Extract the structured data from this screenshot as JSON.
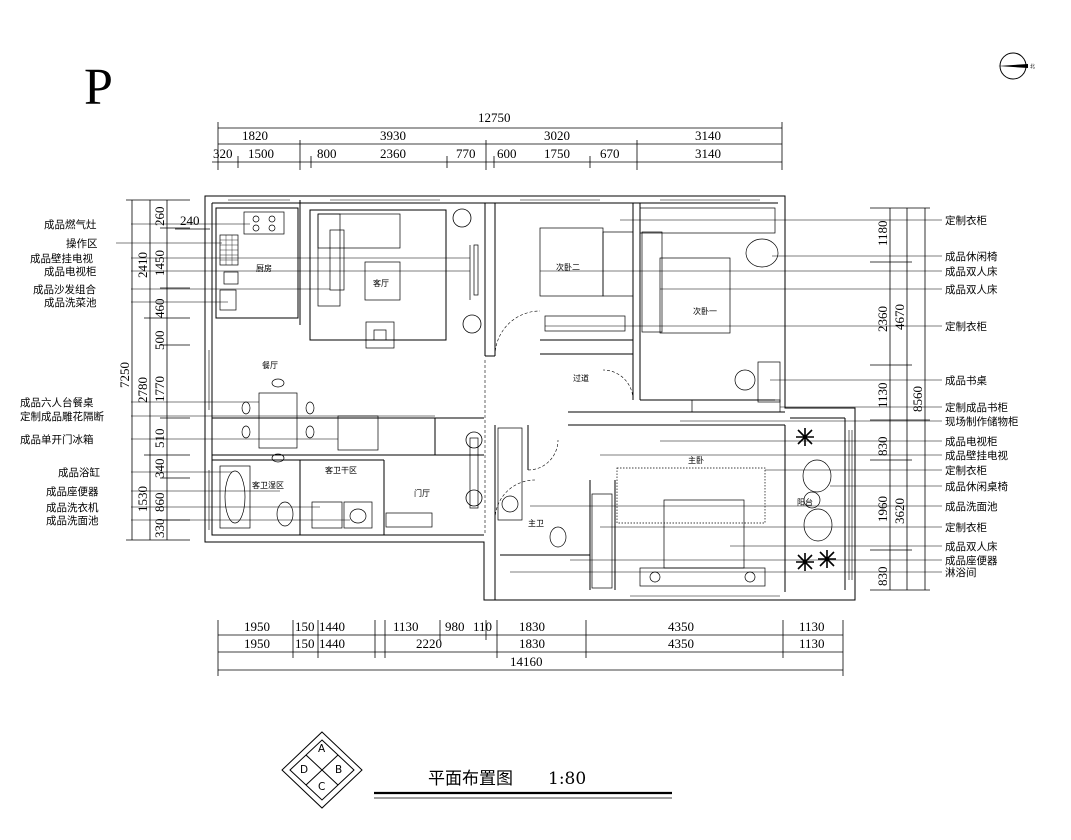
{
  "sheet_letter": "P",
  "north_label": "北",
  "title": "平面布置图",
  "scale": "1:80",
  "symbol": {
    "a": "A",
    "b": "B",
    "c": "C",
    "d": "D"
  },
  "dims_top": {
    "total": "12750",
    "row1": [
      "1820",
      "3930",
      "3020",
      "3140"
    ],
    "row2": [
      "320",
      "1500",
      "800",
      "2360",
      "770",
      "600",
      "1750",
      "670",
      "3140"
    ]
  },
  "dims_bottom": {
    "row1": [
      "1950",
      "150",
      "1440",
      "1130",
      "980",
      "110",
      "1830",
      "4350",
      "1130"
    ],
    "row2": [
      "1950",
      "150",
      "1440",
      "2220",
      "1830",
      "4350",
      "1130"
    ],
    "total": "14160"
  },
  "dims_left": {
    "outer": "7250",
    "mid": [
      "2410",
      "2780",
      "1530"
    ],
    "inner": [
      "260",
      "1450",
      "460",
      "500",
      "1770",
      "510",
      "340",
      "860",
      "330"
    ],
    "extra": "240"
  },
  "dims_right": {
    "outer": "8560",
    "mid": [
      "4670",
      "3620"
    ],
    "inner": [
      "1180",
      "2360",
      "1130",
      "830",
      "1960",
      "830"
    ]
  },
  "labels_left": [
    "成品燃气灶",
    "操作区",
    "成品壁挂电视",
    "成品电视柜",
    "成品沙发组合",
    "成品洗菜池",
    "成品六人台餐桌",
    "定制成品雕花隔断",
    "成品单开门冰箱",
    "成品浴缸",
    "成品座便器",
    "成品洗衣机",
    "成品洗面池"
  ],
  "labels_right": [
    "定制衣柜",
    "成品休闲椅",
    "成品双人床",
    "成品双人床",
    "定制衣柜",
    "成品书桌",
    "定制成品书柜",
    "现场制作储物柜",
    "成品电视柜",
    "成品壁挂电视",
    "定制衣柜",
    "成品休闲桌椅",
    "成品洗面池",
    "定制衣柜",
    "成品双人床",
    "成品座便器",
    "淋浴间"
  ],
  "rooms": {
    "kitchen": "厨房",
    "living": "客厅",
    "dining": "餐厅",
    "bedroom2": "次卧二",
    "bedroom1": "次卧一",
    "hallway": "过道",
    "guest_dry": "客卫干区",
    "guest_wash": "客卫湿区",
    "entrance": "门厅",
    "master_bath": "主卫",
    "master": "主卧",
    "balcony": "阳台"
  }
}
